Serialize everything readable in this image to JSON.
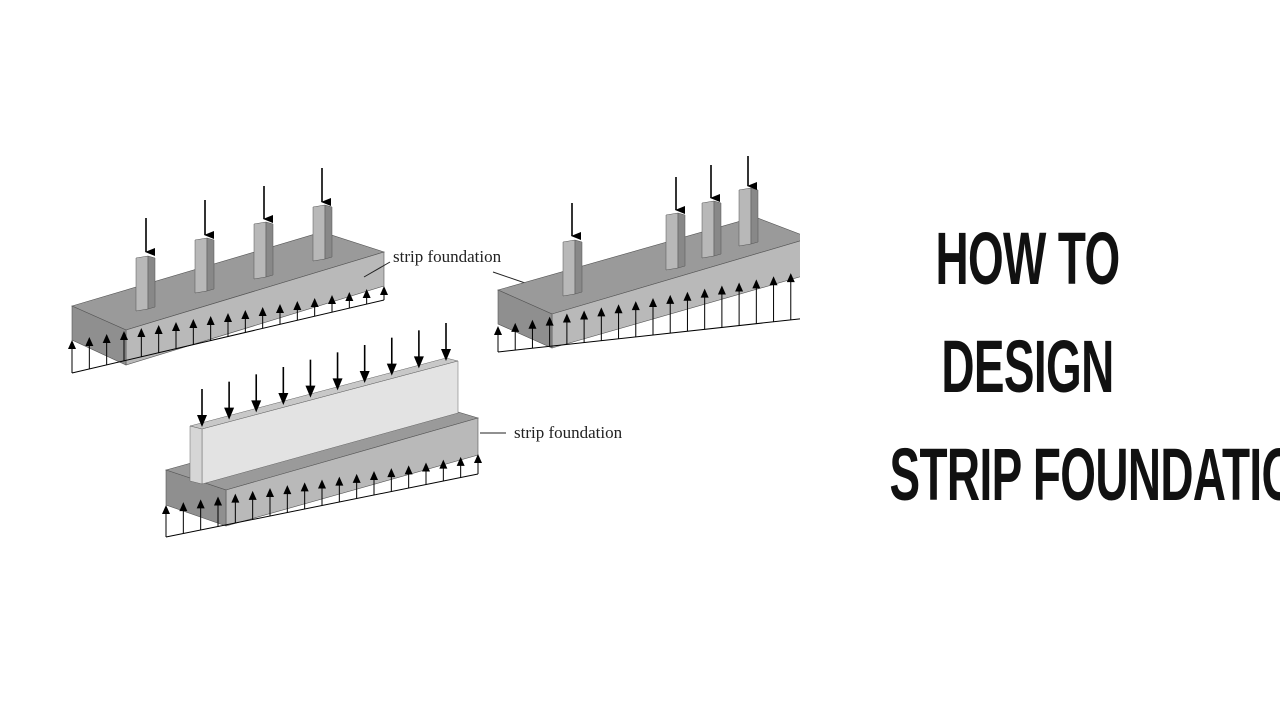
{
  "diagram": {
    "labels": {
      "top_left": "strip foundation",
      "bottom": "strip foundation"
    },
    "colors": {
      "footing_top": "#9a9a9a",
      "footing_front": "#bdbdbd",
      "footing_end": "#8f8f8f",
      "column_front": "#b8b8b8",
      "column_side": "#8a8a8a",
      "wall_face": "#e3e3e3",
      "arrow": "#000000"
    }
  },
  "title": {
    "line1": "HOW TO",
    "line2": "DESIGN",
    "line3": "STRIP FOUNDATION"
  }
}
